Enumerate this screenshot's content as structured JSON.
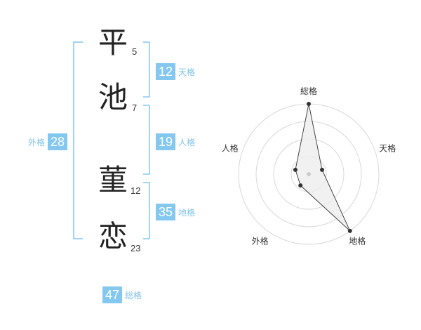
{
  "name": {
    "chars": [
      {
        "char": "平",
        "strokes": "5"
      },
      {
        "char": "池",
        "strokes": "7"
      },
      {
        "char": "菫",
        "strokes": "12"
      },
      {
        "char": "恋",
        "strokes": "23"
      }
    ]
  },
  "fortunes": {
    "tenkaku": {
      "value": "12",
      "label": "天格"
    },
    "jinkaku": {
      "value": "19",
      "label": "人格"
    },
    "chikaku": {
      "value": "35",
      "label": "地格"
    },
    "gaikaku": {
      "value": "28",
      "label": "外格"
    },
    "soukaku": {
      "value": "47",
      "label": "総格"
    }
  },
  "colors": {
    "accent": "#84c8f0",
    "bracket": "#84c8f0",
    "polygon_fill": "#eeeeee"
  },
  "chart_data": {
    "type": "radar",
    "axes": [
      "総格",
      "天格",
      "地格",
      "外格",
      "人格"
    ],
    "values": [
      5,
      1,
      5,
      1,
      1
    ],
    "rmax": 5,
    "rings": 4
  }
}
